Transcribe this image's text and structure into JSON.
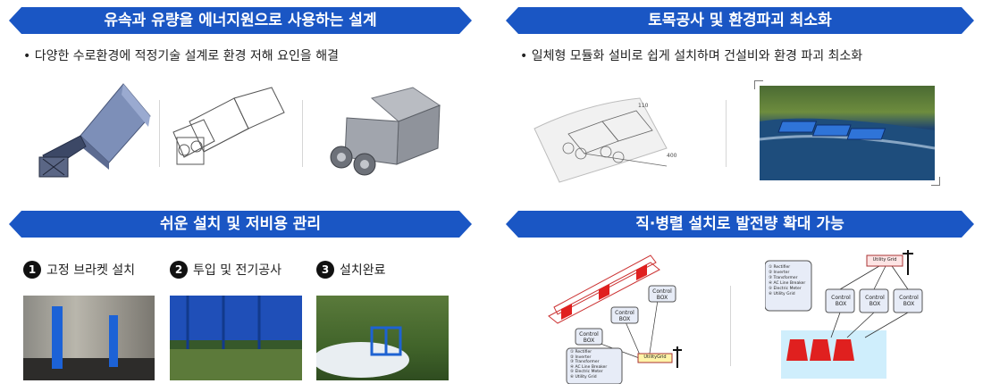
{
  "sections": {
    "energy": {
      "title": "유속과 유량을 에너지원으로 사용하는 설계",
      "bullet": "• 다양한 수로환경에 적정기술 설계로 환경 저해 요인을 해결"
    },
    "civil": {
      "title": "토목공사 및 환경파괴 최소화",
      "bullet": "• 일체형 모듈화 설비로 쉽게 설치하며  건설비와 환경 파괴 최소화"
    },
    "install": {
      "title": "쉬운 설치 및 저비용 관리",
      "steps": [
        {
          "num": "1",
          "label": "고정 브라켓 설치"
        },
        {
          "num": "2",
          "label": "투입 및 전기공사"
        },
        {
          "num": "3",
          "label": "설치완료"
        }
      ]
    },
    "parallel": {
      "title": "직·병렬 설치로 발전량 확대 가능",
      "control_box": "Control BOX",
      "utility_grid": "UtilityGrid",
      "utility_grid_right": "Utility Grid",
      "legend": [
        "① Rectifier",
        "② Inverter",
        "③ Transformer",
        "④ AC Line Breaker",
        "⑤ Electric Meter",
        "⑥ Utility Grid"
      ]
    }
  },
  "colors": {
    "banner": "#1a56c4",
    "turbine_blue": "#2a6ad6",
    "red_turbine": "#e0201f"
  },
  "icons": [
    "number-badge-icon",
    "power-pole-icon"
  ]
}
